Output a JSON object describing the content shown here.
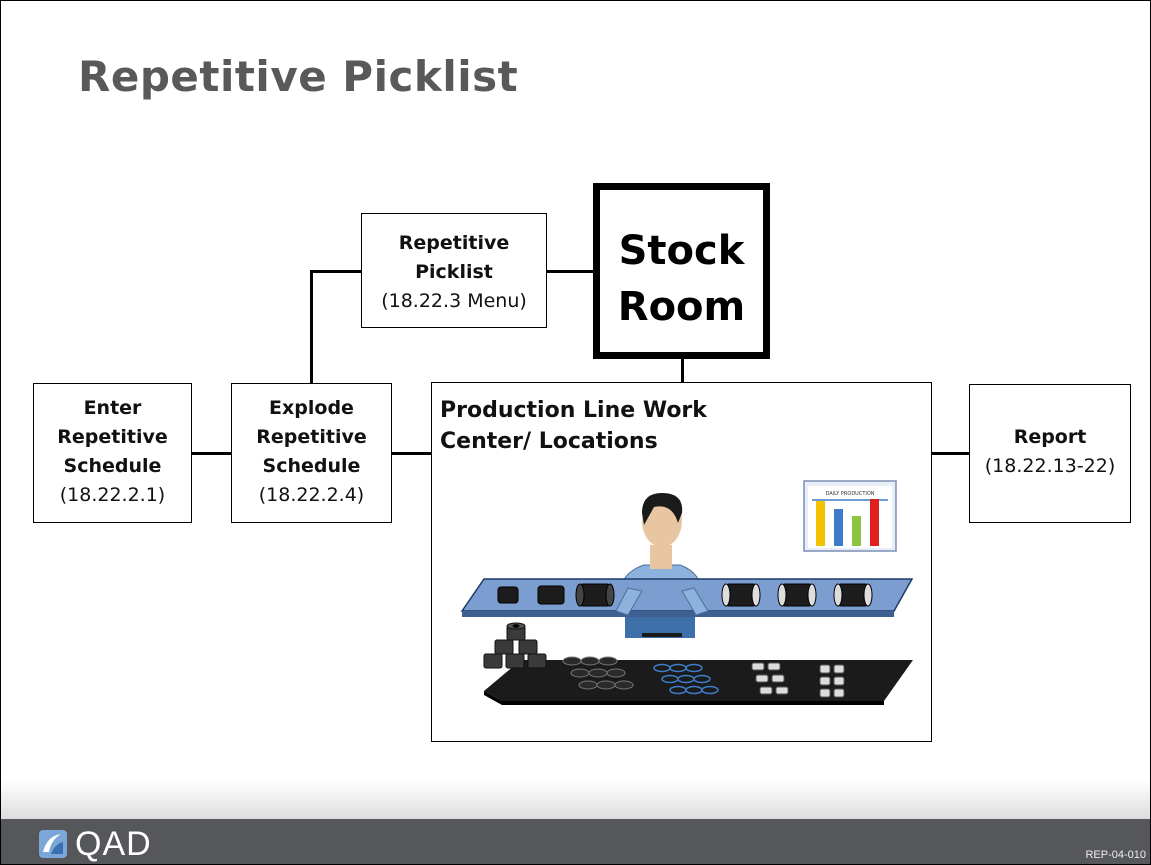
{
  "title": "Repetitive Picklist",
  "boxes": {
    "enter": {
      "line1": "Enter",
      "line2": "Repetitive",
      "line3": "Schedule",
      "ref": "(18.22.2.1)"
    },
    "explode": {
      "line1": "Explode",
      "line2": "Repetitive",
      "line3": "Schedule",
      "ref": "(18.22.2.4)"
    },
    "picklist": {
      "line1": "Repetitive",
      "line2": "Picklist",
      "ref": "(18.22.3 Menu)"
    },
    "stock": {
      "line1": "Stock",
      "line2": "Room"
    },
    "production": {
      "line1": "Production Line Work",
      "line2": "Center/ Locations"
    },
    "report": {
      "line1": "Report",
      "ref": "(18.22.13-22)"
    }
  },
  "illustration": {
    "chart_caption": "DAILY PRODUCTION",
    "chart_bar_colors": [
      "#f2c200",
      "#3d7cc9",
      "#8cc63f",
      "#e0201b"
    ]
  },
  "footer": {
    "logo": "QAD",
    "code": "REP-04-010"
  }
}
